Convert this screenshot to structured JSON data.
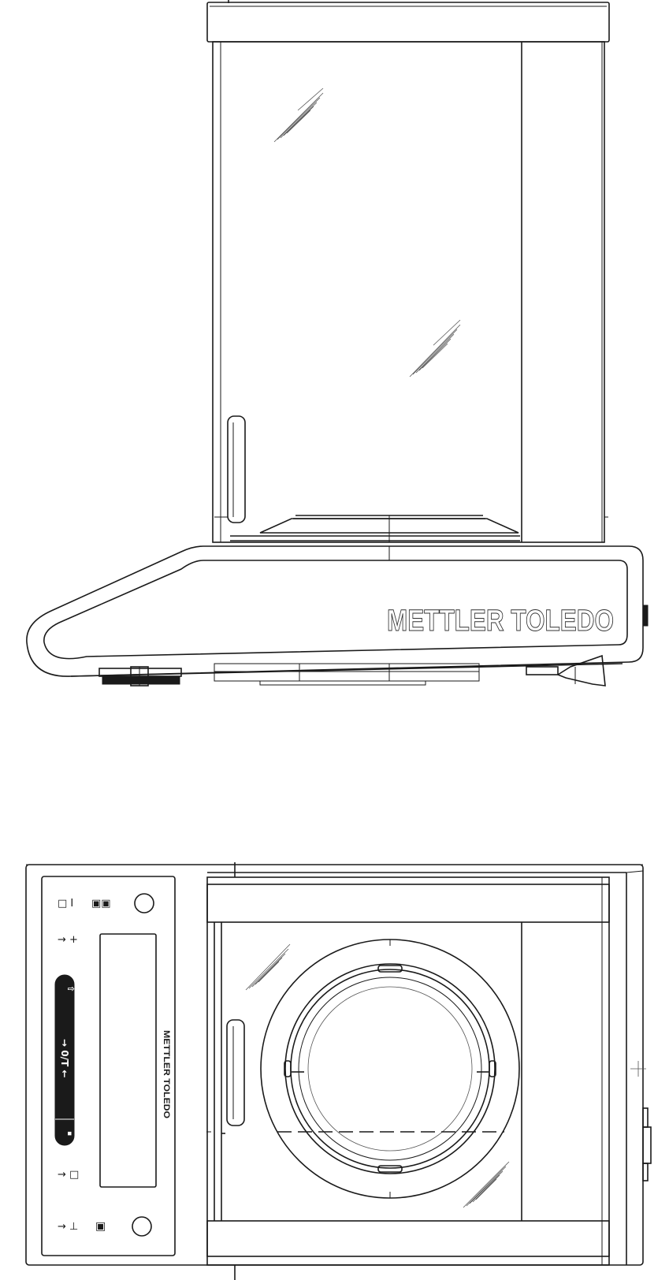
{
  "brand": {
    "side_view_logo": "METTLER TOLEDO",
    "top_view_logo": "METTLER TOLEDO"
  },
  "keypad": {
    "bar_key_top": "⇧",
    "bar_key_middle": "→ 0/T ←",
    "bar_key_bottom": "▪",
    "key_top_left": "□ I",
    "key_top_mid": "▣▣",
    "key_second_left": "→ +",
    "key_lower_left": "→ □",
    "key_bottom_left": "→ ⊥",
    "key_bottom_mid": "▣"
  },
  "colors": {
    "line": "#1a1a1a",
    "background": "#ffffff"
  }
}
